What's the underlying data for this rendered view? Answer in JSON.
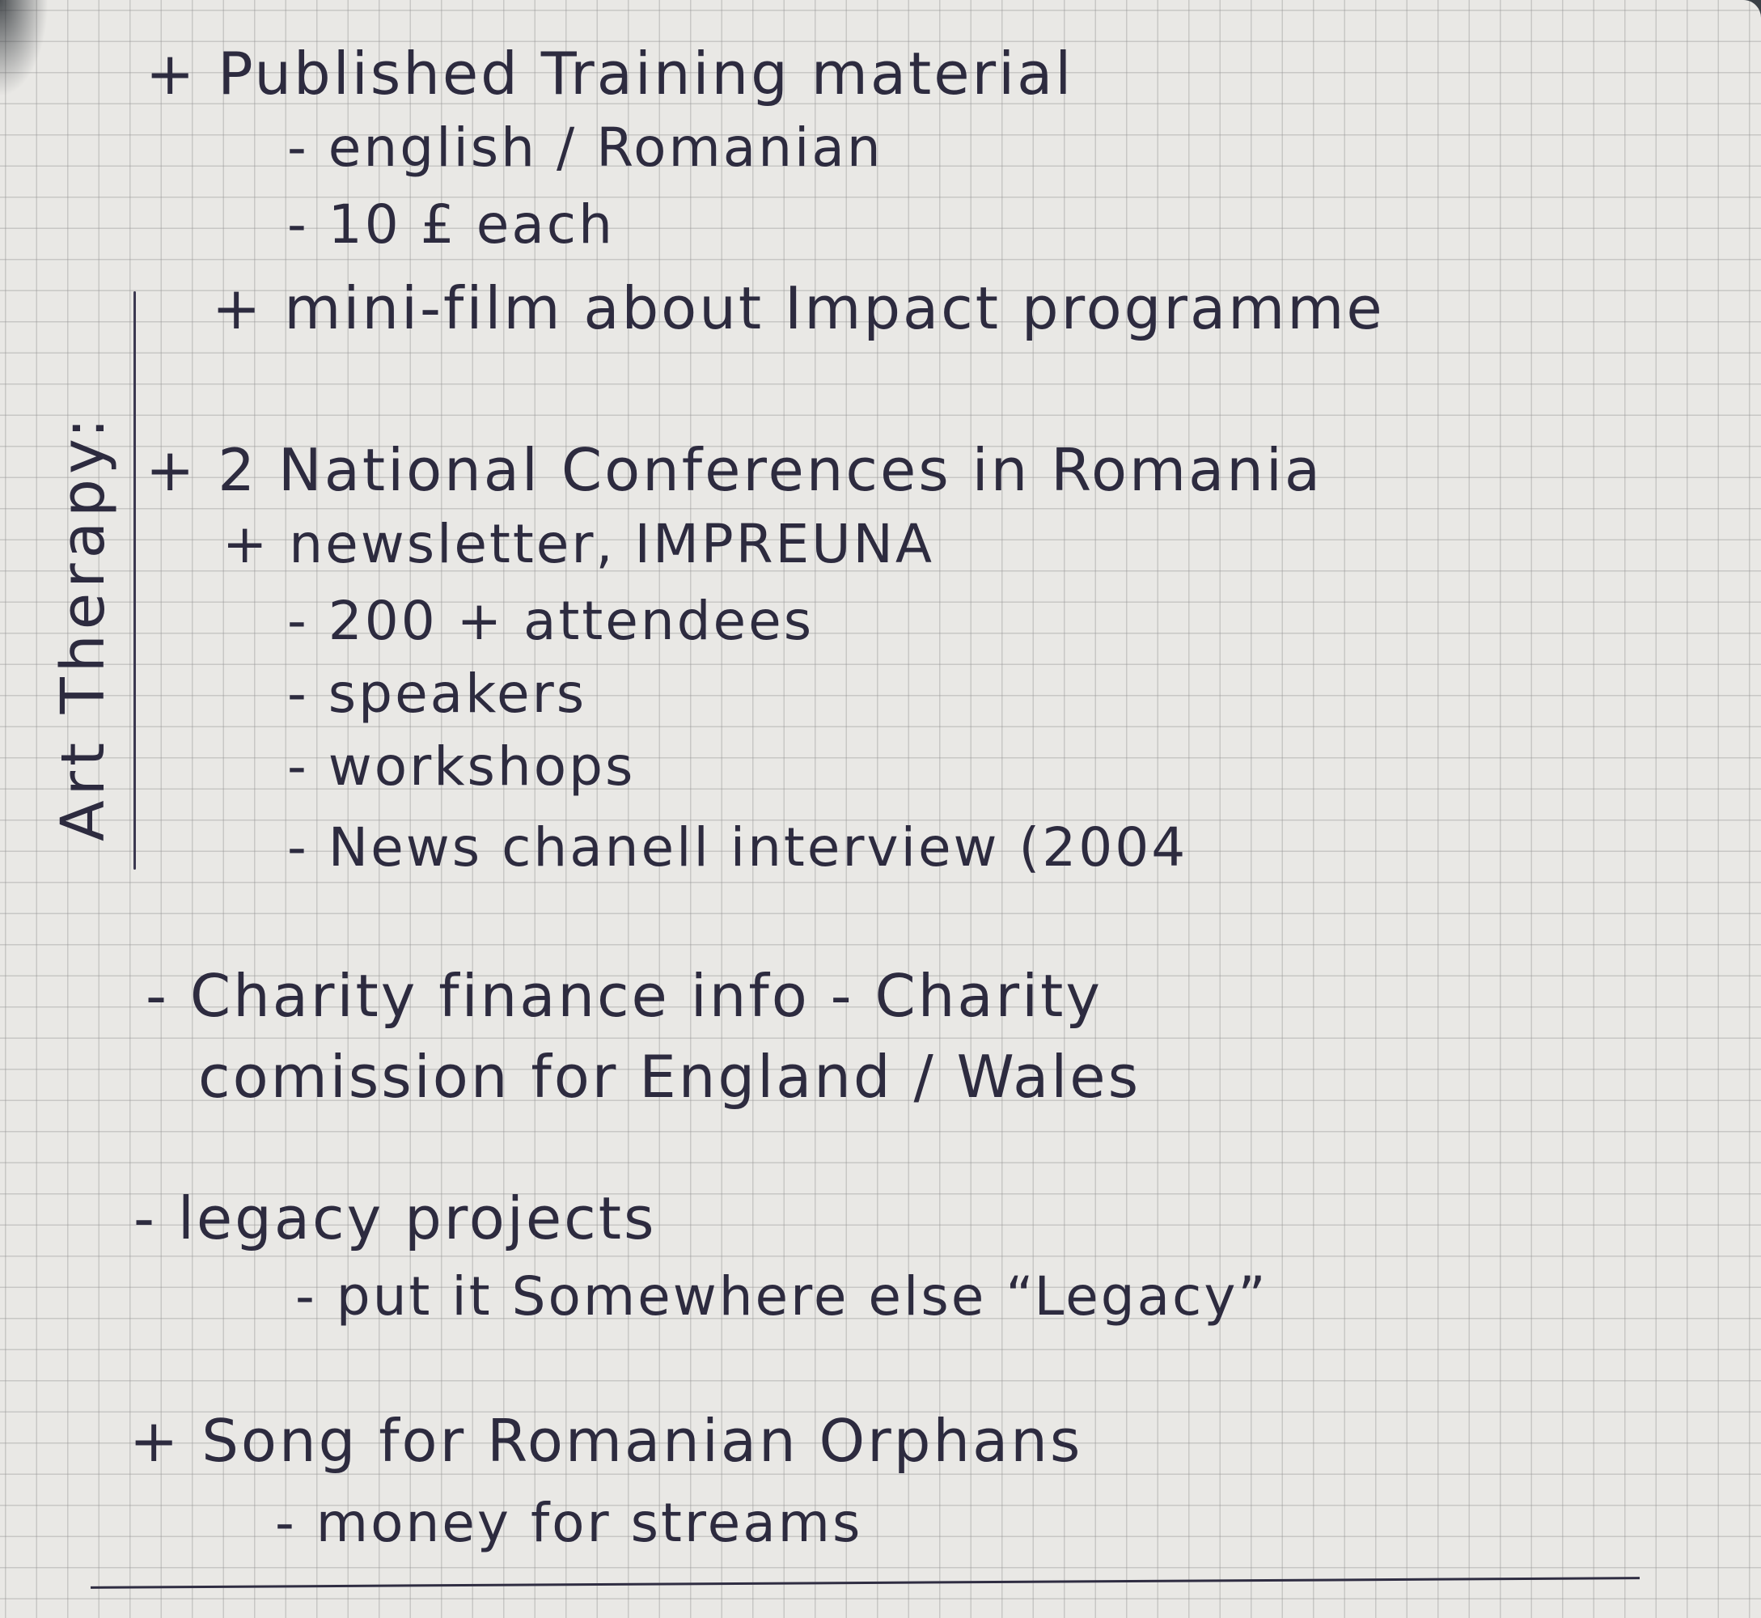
{
  "side_label": "Art Therapy:",
  "lines": [
    "+ Published Training material",
    "- english / Romanian",
    "- 10 £ each",
    "+ mini-film about Impact programme",
    "+ 2 National Conferences in Romania",
    "+ newsletter, IMPREUNA",
    "- 200 + attendees",
    "- speakers",
    "- workshops",
    "- News chanell interview (2004",
    "- Charity finance info - Charity",
    "comission for England / Wales",
    "- legacy projects",
    "- put it Somewhere else “Legacy”",
    "+ Song for Romanian Orphans",
    "- money for streams"
  ]
}
